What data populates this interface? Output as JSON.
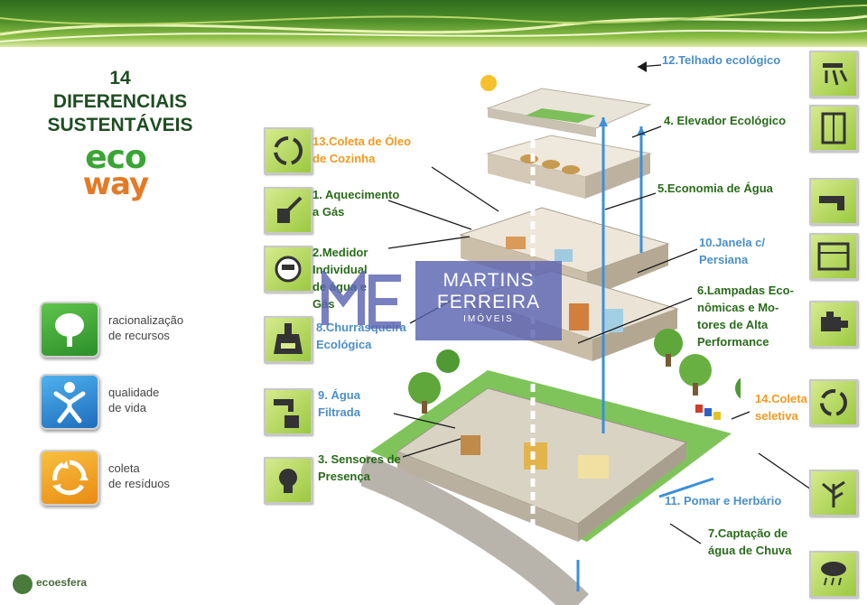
{
  "header": {
    "title_lines": [
      "14",
      "DIFERENCIAIS",
      "SUSTENTÁVEIS"
    ],
    "brand_top": "eco",
    "brand_bottom": "way"
  },
  "legend": [
    {
      "label": "racionalização\nde recursos",
      "color": "#3aa535",
      "icon": "tree-icon"
    },
    {
      "label": "qualidade\nde vida",
      "color": "#2f8fd6",
      "icon": "person-icon"
    },
    {
      "label": "coleta\nde resíduos",
      "color": "#f0a31e",
      "icon": "recycle-arrows-icon"
    }
  ],
  "features": [
    {
      "id": "f13",
      "text": "13.Coleta de Óleo\nde Cozinha",
      "color": "orange",
      "icon": "recycle-icon"
    },
    {
      "id": "f1",
      "text": "1. Aquecimento\n    a Gás",
      "color": "green",
      "icon": "heater-icon"
    },
    {
      "id": "f2",
      "text": "2.Medidor\n   Individual\n   de água e\n   Gás",
      "color": "green",
      "icon": "meter-icon"
    },
    {
      "id": "f8",
      "text": "8.Churrasqueira\n   Ecológica",
      "color": "blue",
      "icon": "grill-icon"
    },
    {
      "id": "f9",
      "text": "9. Água\n     Filtrada",
      "color": "blue",
      "icon": "faucet-filter-icon"
    },
    {
      "id": "f3",
      "text": "3. Sensores de\n    Presença",
      "color": "green",
      "icon": "lightbulb-icon"
    },
    {
      "id": "f12",
      "text": "12.Telhado ecológico",
      "color": "blue",
      "icon": "roof-icon"
    },
    {
      "id": "f4",
      "text": "4. Elevador Ecológico",
      "color": "green",
      "icon": "elevator-icon"
    },
    {
      "id": "f5",
      "text": "5.Economia de Água",
      "color": "green",
      "icon": "tap-icon"
    },
    {
      "id": "f10",
      "text": "10.Janela c/\n   Persiana",
      "color": "blue",
      "icon": "window-icon"
    },
    {
      "id": "f6",
      "text": "6.Lampadas Eco-\nnômicas e Mo-\ntores de Alta\nPerformance",
      "color": "green",
      "icon": "motor-icon"
    },
    {
      "id": "f14",
      "text": "14.Coleta\nseletiva",
      "color": "orange",
      "icon": "recycle-icon"
    },
    {
      "id": "f11",
      "text": "11. Pomar e Herbário",
      "color": "blue",
      "icon": "plant-icon"
    },
    {
      "id": "f7",
      "text": "7.Captação de\n  água de Chuva",
      "color": "green",
      "icon": "rain-cloud-icon"
    }
  ],
  "watermark": {
    "line1": "MARTINS",
    "line2": "FERREIRA",
    "line3": "IMÓVEIS"
  },
  "footer": {
    "brand": "ecoesfera"
  }
}
